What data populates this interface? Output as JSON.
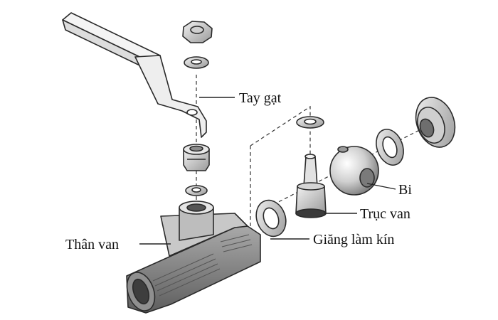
{
  "labels": {
    "handle": "Tay gạt",
    "ball": "Bi",
    "stem": "Trục van",
    "seal": "Giăng làm kín",
    "body": "Thân van"
  },
  "colors": {
    "line": "#2a2a2a",
    "metal_light": "#e9e9e9",
    "metal_mid": "#bdbdbd",
    "metal_dark": "#7a7a7a",
    "cast_dark": "#6b6b6b"
  }
}
